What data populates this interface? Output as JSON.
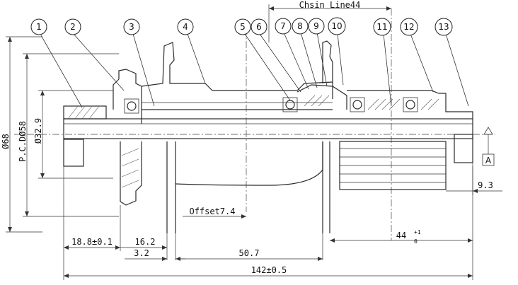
{
  "chain_line_label": "Chsin Line44",
  "offset_label": "Offset7.4",
  "balloons": [
    "1",
    "2",
    "3",
    "4",
    "5",
    "6",
    "7",
    "8",
    "9",
    "10",
    "11",
    "12",
    "13"
  ],
  "dims": {
    "d68": "Ø68",
    "pcd": "P.C.DØ58",
    "d329": "Ø32.9",
    "d188": "18.8±0.1",
    "d162": "16.2",
    "d32": "3.2",
    "d507": "50.7",
    "d142": "142±0.5",
    "d93": "9.3",
    "d44": "44",
    "d44_tol_upper": "+1",
    "d44_tol_lower": "0"
  },
  "datum": "A"
}
